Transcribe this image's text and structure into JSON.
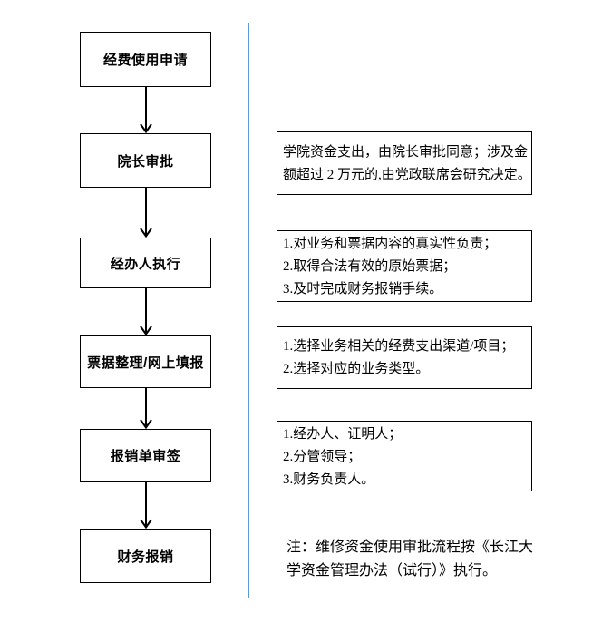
{
  "flow": {
    "steps": [
      {
        "label": "经费使用申请"
      },
      {
        "label": "院长审批"
      },
      {
        "label": "经办人执行"
      },
      {
        "label": "票据整理/网上填报"
      },
      {
        "label": "报销单审签"
      },
      {
        "label": "财务报销"
      }
    ]
  },
  "annotations": [
    {
      "lines": [
        "学院资金支出，由院长审批同意；涉及金",
        "额超过 2 万元的,由党政联席会研究决定。"
      ]
    },
    {
      "lines": [
        "1.对业务和票据内容的真实性负责；",
        "2.取得合法有效的原始票据；",
        "3.及时完成财务报销手续。"
      ]
    },
    {
      "lines": [
        "1.选择业务相关的经费支出渠道/项目；",
        "2.选择对应的业务类型。"
      ]
    },
    {
      "lines": [
        "1.经办人、证明人；",
        "2.分管领导；",
        "3.财务负责人。"
      ]
    }
  ],
  "note": {
    "lines": [
      "注：维修资金使用审批流程按《长江大",
      "学资金管理办法（试行）》执行。"
    ]
  },
  "colors": {
    "divider": "#5b9bd5",
    "box_border": "#000000",
    "text": "#000000",
    "background": "#ffffff"
  }
}
